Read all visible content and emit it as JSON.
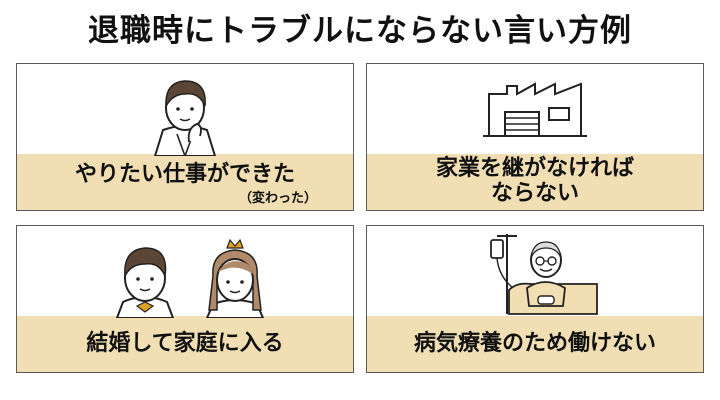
{
  "title": "退職時にトラブルにならない言い方例",
  "cards": [
    {
      "caption": "やりたい仕事ができた",
      "sub": "（変わった）",
      "icon": "businessman-thinking-icon"
    },
    {
      "caption_line1": "家業を継がなければ",
      "caption_line2": "ならない",
      "icon": "factory-icon"
    },
    {
      "caption": "結婚して家庭に入る",
      "icon": "bride-and-groom-icon"
    },
    {
      "caption": "病気療養のため働けない",
      "icon": "elderly-patient-iv-drip-icon"
    }
  ],
  "colors": {
    "band": "#f1dfb3",
    "border": "#5a5a5a",
    "hair": "#5b4636",
    "bride_hair": "#b08a6a",
    "tie": "#e0a020"
  }
}
